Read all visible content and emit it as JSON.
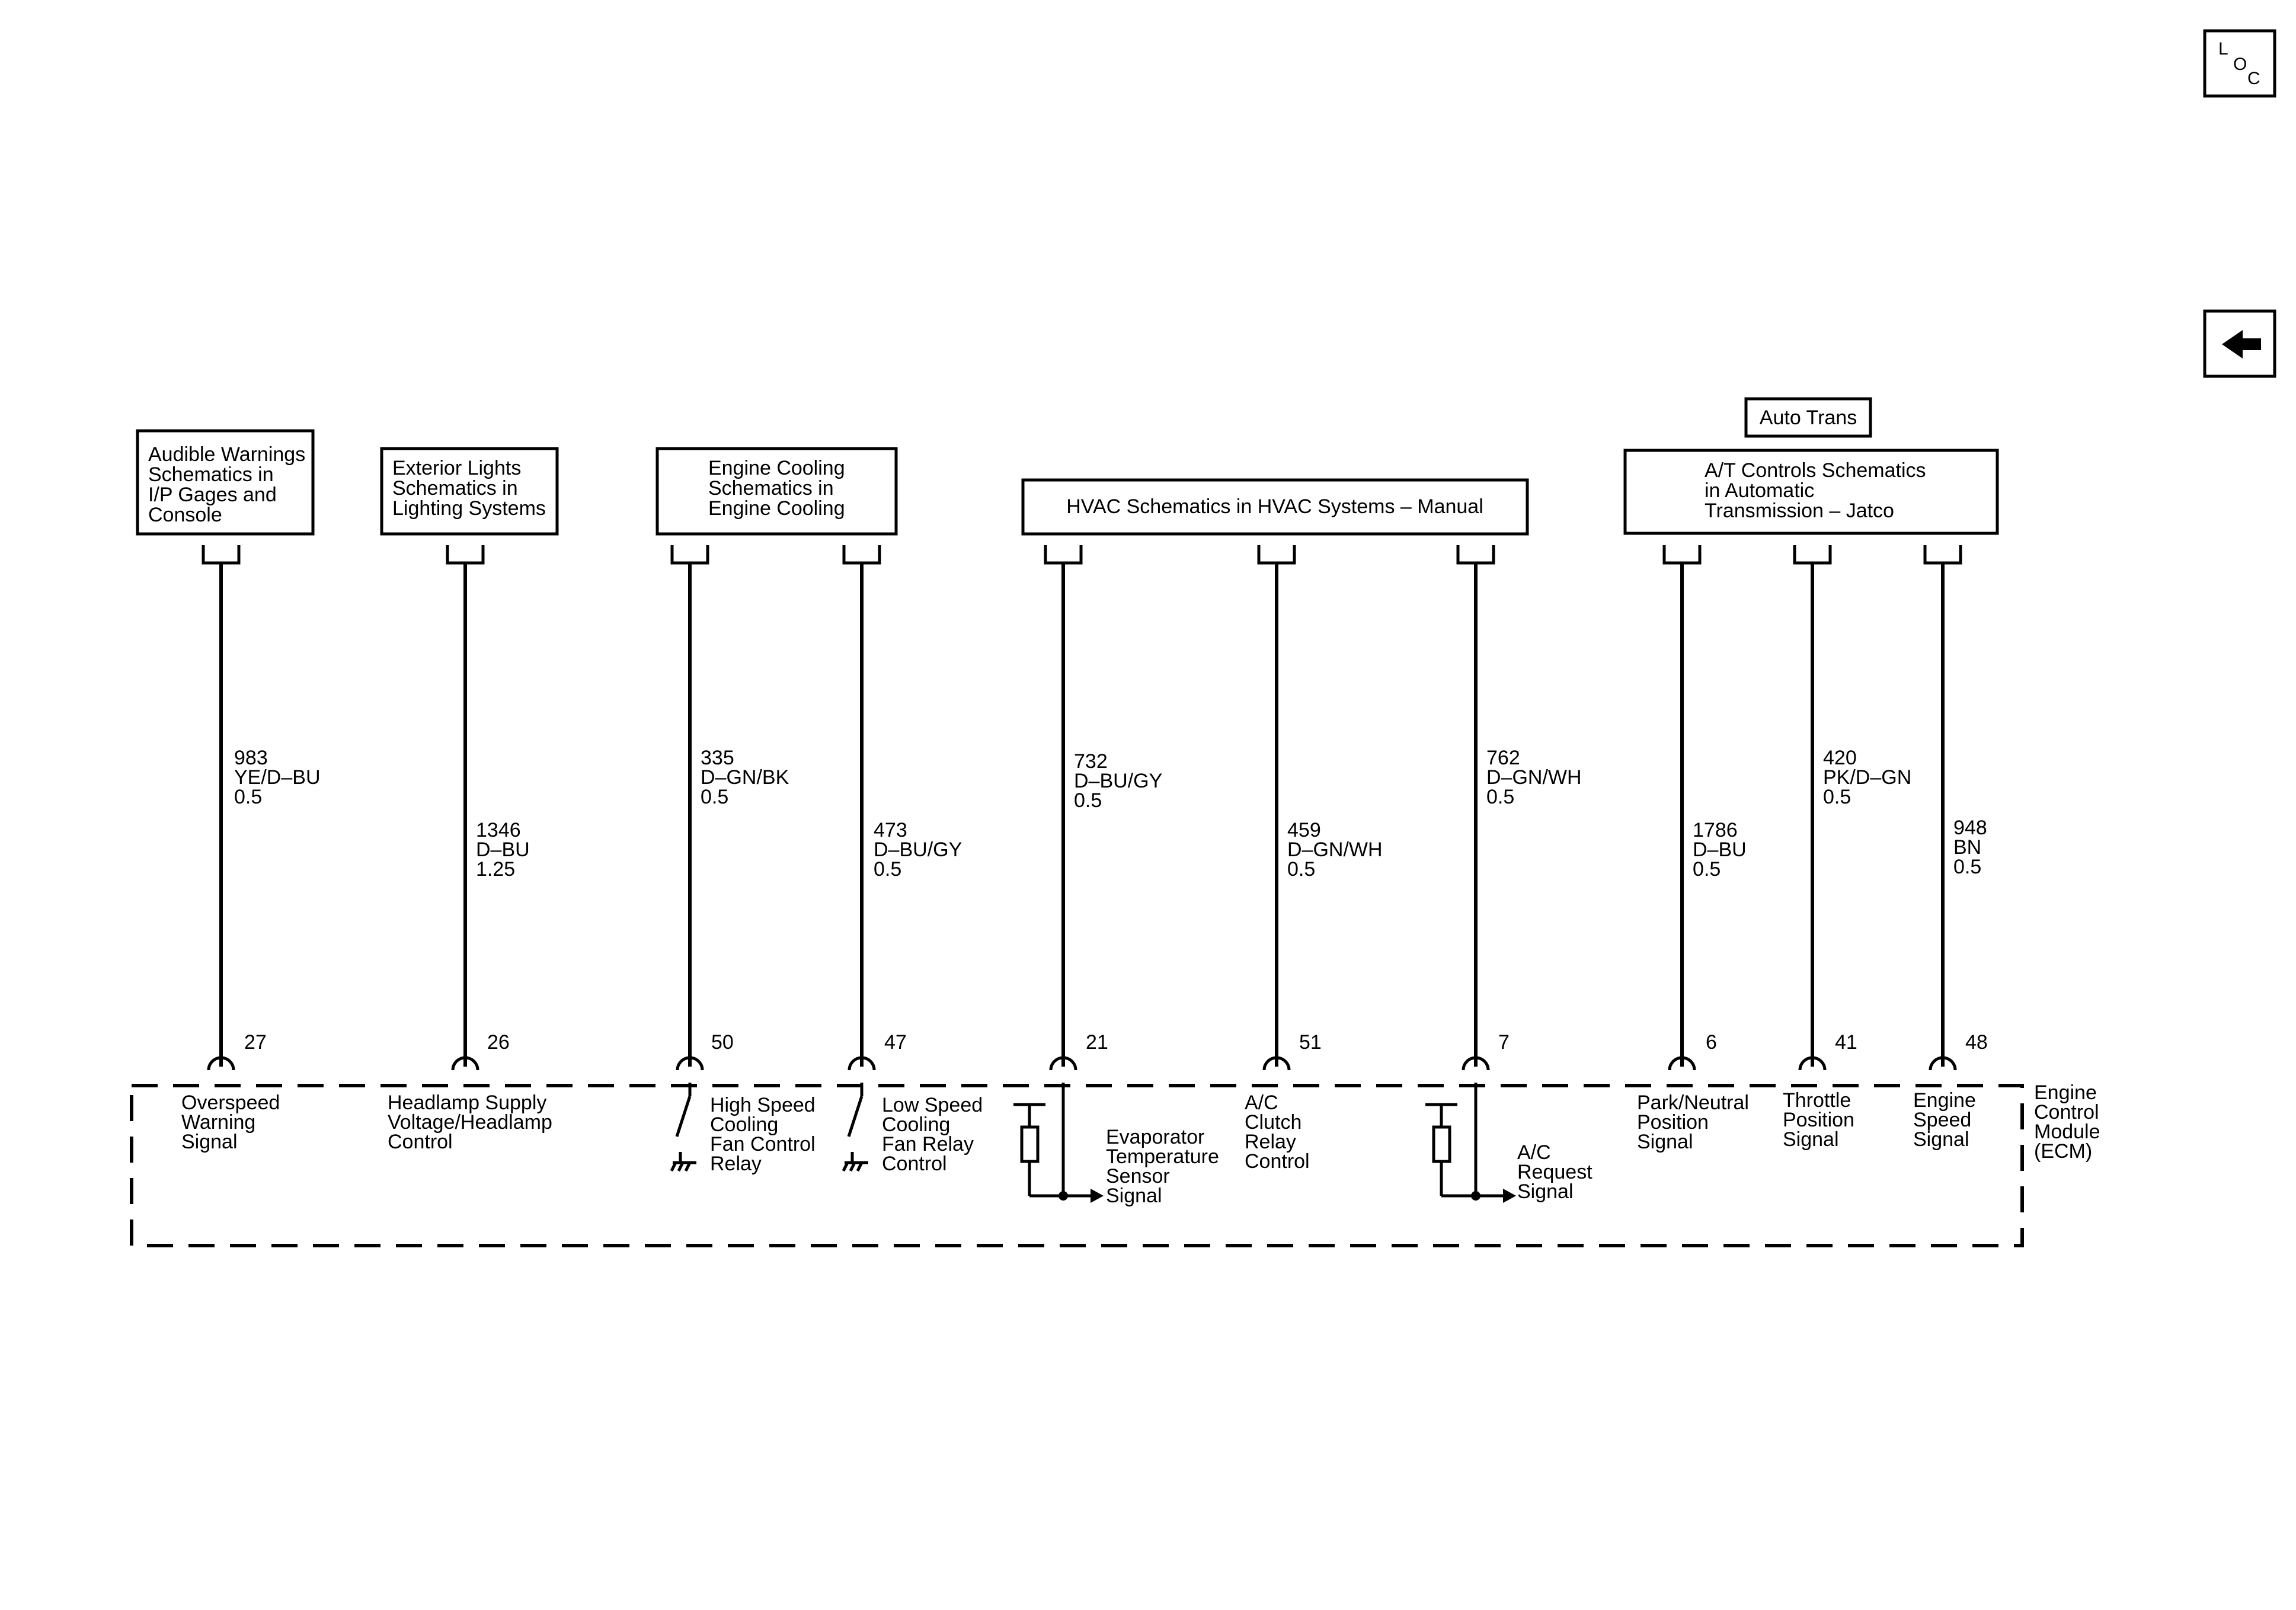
{
  "nav": {
    "loc_letters": [
      "L",
      "O",
      "C"
    ],
    "back_icon": "left-arrow-icon"
  },
  "boxes": {
    "audible": [
      "Audible Warnings",
      "Schematics in",
      "I/P Gages and",
      "Console"
    ],
    "exterior": [
      "Exterior Lights",
      "Schematics in",
      "Lighting Systems"
    ],
    "cooling": [
      "Engine Cooling",
      "Schematics in",
      "Engine Cooling"
    ],
    "hvac": [
      "HVAC Schematics in HVAC Systems – Manual"
    ],
    "auto_trans_tag": [
      "Auto Trans"
    ],
    "at_controls": [
      "A/T Controls Schematics",
      "in Automatic",
      "Transmission – Jatco"
    ]
  },
  "circuits": [
    {
      "id": "983",
      "wire": [
        "983",
        "YE/D–BU",
        "0.5"
      ],
      "pin": "27",
      "function": [
        "Overspeed",
        "Warning",
        "Signal"
      ]
    },
    {
      "id": "1346",
      "wire": [
        "1346",
        "D–BU",
        "1.25"
      ],
      "pin": "26",
      "function": [
        "Headlamp Supply",
        "Voltage/Headlamp",
        "Control"
      ]
    },
    {
      "id": "335",
      "wire": [
        "335",
        "D–GN/BK",
        "0.5"
      ],
      "pin": "50",
      "function": [
        "High Speed",
        "Cooling",
        "Fan Control",
        "Relay"
      ]
    },
    {
      "id": "473",
      "wire": [
        "473",
        "D–BU/GY",
        "0.5"
      ],
      "pin": "47",
      "function": [
        "Low Speed",
        "Cooling",
        "Fan Relay",
        "Control"
      ]
    },
    {
      "id": "732",
      "wire": [
        "732",
        "D–BU/GY",
        "0.5"
      ],
      "pin": "21",
      "function": [
        "Evaporator",
        "Temperature",
        "Sensor",
        "Signal"
      ]
    },
    {
      "id": "459",
      "wire": [
        "459",
        "D–GN/WH",
        "0.5"
      ],
      "pin": "51",
      "function": [
        "A/C",
        "Clutch",
        "Relay",
        "Control"
      ]
    },
    {
      "id": "762",
      "wire": [
        "762",
        "D–GN/WH",
        "0.5"
      ],
      "pin": "7",
      "function": [
        "A/C",
        "Request",
        "Signal"
      ]
    },
    {
      "id": "1786",
      "wire": [
        "1786",
        "D–BU",
        "0.5"
      ],
      "pin": "6",
      "function": [
        "Park/Neutral",
        "Position",
        "Signal"
      ]
    },
    {
      "id": "420",
      "wire": [
        "420",
        "PK/D–GN",
        "0.5"
      ],
      "pin": "41",
      "function": [
        "Throttle",
        "Position",
        "Signal"
      ]
    },
    {
      "id": "948",
      "wire": [
        "948",
        "BN",
        "0.5"
      ],
      "pin": "48",
      "function": [
        "Engine",
        "Speed",
        "Signal"
      ]
    }
  ],
  "module": {
    "label": [
      "Engine",
      "Control",
      "Module",
      "(ECM)"
    ]
  }
}
